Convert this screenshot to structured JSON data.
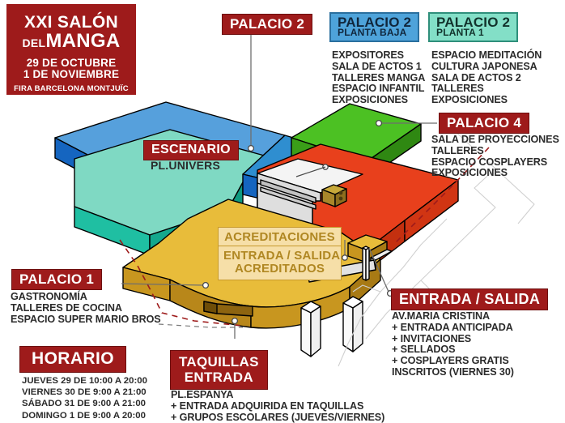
{
  "poster": {
    "line1": "XXI SALÓN",
    "line2_small": "DEL",
    "line2_big": "MANGA",
    "date1": "29 DE OCTUBRE",
    "date2": "1 DE NOVIEMBRE",
    "venue": "FIRA BARCELONA MONTJUÏC"
  },
  "colors": {
    "red": "#9e1b1b",
    "blue": "#4ea3da",
    "teal": "#83dfc7",
    "cream": "#f6dfa8",
    "cream_text": "#b08722",
    "text": "#2b2b2b",
    "map_blue_top": "#56a0dc",
    "map_blue_side": "#1565c0",
    "map_teal_top": "#7fd9c3",
    "map_teal_side": "#1fbfa2",
    "map_green_top": "#4cc123",
    "map_green_side": "#3a9e18",
    "map_red_top": "#e8401c",
    "map_red_side": "#c4300f",
    "map_yellow_top": "#e8bc3a",
    "map_yellow_side": "#c8961f",
    "map_grey_top": "#e8e8e8",
    "map_grey_side": "#c9c9c9"
  },
  "labels": {
    "palacio2_marker": "PALACIO 2",
    "palacio2_pb": {
      "title": "PALACIO 2",
      "sub": "PLANTA BAJA"
    },
    "palacio2_p1": {
      "title": "PALACIO 2",
      "sub": "PLANTA 1"
    },
    "palacio4": "PALACIO 4",
    "palacio1": "PALACIO 1",
    "escenario": "ESCENARIO",
    "escenario_sub": "PL.UNIVERS",
    "acreditaciones": "ACREDITACIONES",
    "entrada_salida_acreditados_l1": "ENTRADA / SALIDA",
    "entrada_salida_acreditados_l2": "ACREDITADOS",
    "entrada_salida": "ENTRADA / SALIDA",
    "taquillas_l1": "TAQUILLAS",
    "taquillas_l2": "ENTRADA",
    "horario": "HORARIO"
  },
  "lists": {
    "palacio2_pb": [
      "EXPOSITORES",
      "SALA DE ACTOS 1",
      "TALLERES MANGA",
      "ESPACIO INFANTIL",
      "EXPOSICIONES"
    ],
    "palacio2_p1": [
      "ESPACIO MEDITACIÓN",
      "CULTURA JAPONESA",
      "SALA DE ACTOS 2",
      "TALLERES",
      "EXPOSICIONES"
    ],
    "palacio4": [
      "SALA DE PROYECCIONES",
      "TALLERES",
      "ESPACIO COSPLAYERS",
      "EXPOSICIONES"
    ],
    "palacio1": [
      "GASTRONOMÍA",
      "TALLERES DE COCINA",
      "ESPACIO SUPER MARIO BROS"
    ],
    "entrada_salida": [
      "AV.MARIA CRISTINA",
      "+ ENTRADA ANTICIPADA",
      "+ INVITACIONES",
      "+ SELLADOS",
      "+ COSPLAYERS GRATIS",
      "INSCRITOS (VIERNES 30)"
    ],
    "taquillas": [
      "PL.ESPANYA",
      "+ ENTRADA ADQUIRIDA EN TAQUILLAS",
      "+ GRUPOS ESCOLARES (JUEVES/VIERNES)"
    ]
  },
  "horario": [
    {
      "day": "JUEVES 29",
      "hours": " DE 10:00 A 20:00"
    },
    {
      "day": "VIERNES 30",
      "hours": " DE 9:00 A 21:00"
    },
    {
      "day": "SÁBADO 31",
      "hours": " DE 9:00 A 21:00"
    },
    {
      "day": "DOMINGO 1",
      "hours": " DE 9:00 A 20:00"
    }
  ]
}
